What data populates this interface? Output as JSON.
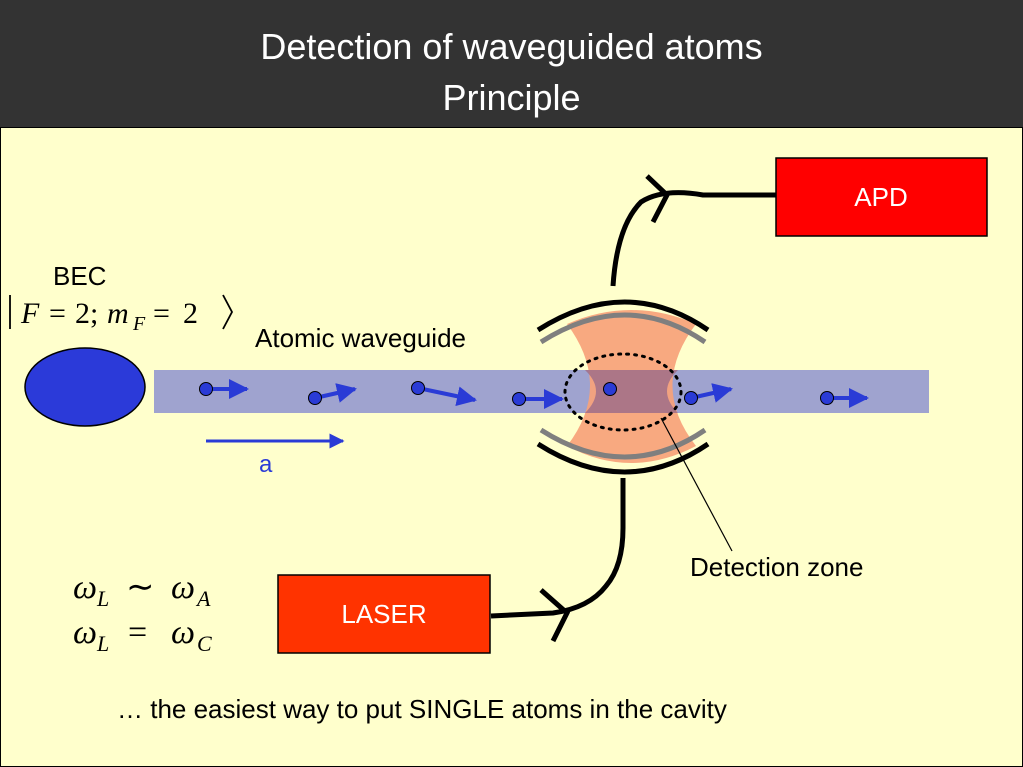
{
  "header": {
    "title_line1": "Detection of waveguided atoms",
    "title_line2": "Principle"
  },
  "labels": {
    "bec": "BEC",
    "state_ket": "|F = 2; m_F = 2⟩",
    "waveguide": "Atomic waveguide",
    "acceleration": "a",
    "detection_zone": "Detection zone",
    "apd": "APD",
    "laser": "LASER",
    "freq_relation_1": "ω_L ∼ ω_A",
    "freq_relation_2": "ω_L = ω_C",
    "caption": "… the easiest way to put SINGLE atoms in the cavity"
  },
  "colors": {
    "header_bg": "#333333",
    "content_bg": "#ffffcc",
    "waveguide": "#9fa3cf",
    "atom": "#2a3bd6",
    "bec": "#2b3ad9",
    "cavity_mode": "#f7a27a",
    "apd_box": "#ff0000",
    "laser_box": "#ff3300",
    "mirror_gray": "#7f7f7f"
  }
}
